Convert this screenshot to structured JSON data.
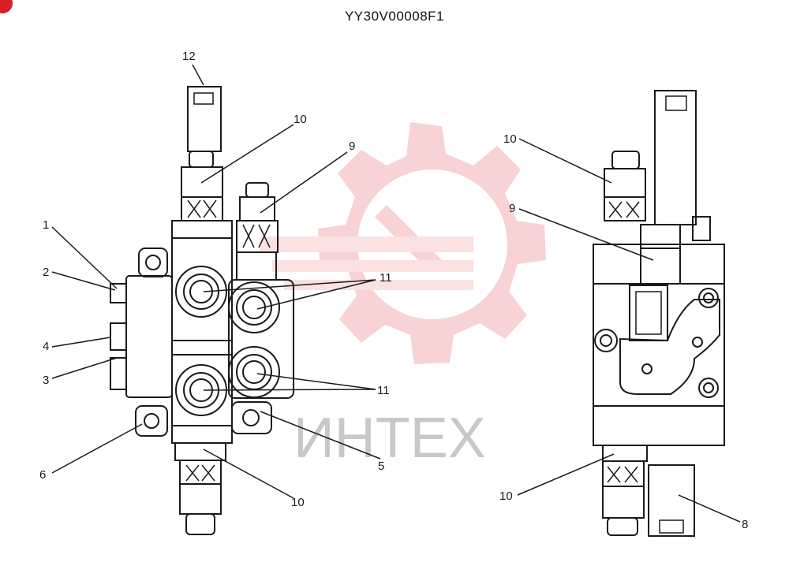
{
  "drawing": {
    "title": "YY30V00008F1",
    "watermark_text": "ИНТЕХ",
    "watermark_icon": "gear-wrench-logo-icon",
    "colors": {
      "line": "#1a1a1a",
      "watermark_red": "#e8555a",
      "watermark_gray": "#b9b9b9",
      "badge": "#d81f26"
    },
    "callouts": {
      "c1": "1",
      "c2": "2",
      "c3": "3",
      "c4": "4",
      "c5": "5",
      "c6": "6",
      "c8": "8",
      "c9a": "9",
      "c9b": "9",
      "c10a": "10",
      "c10b": "10",
      "c10c": "10",
      "c10d": "10",
      "c11a": "11",
      "c11b": "11",
      "c12": "12"
    }
  }
}
